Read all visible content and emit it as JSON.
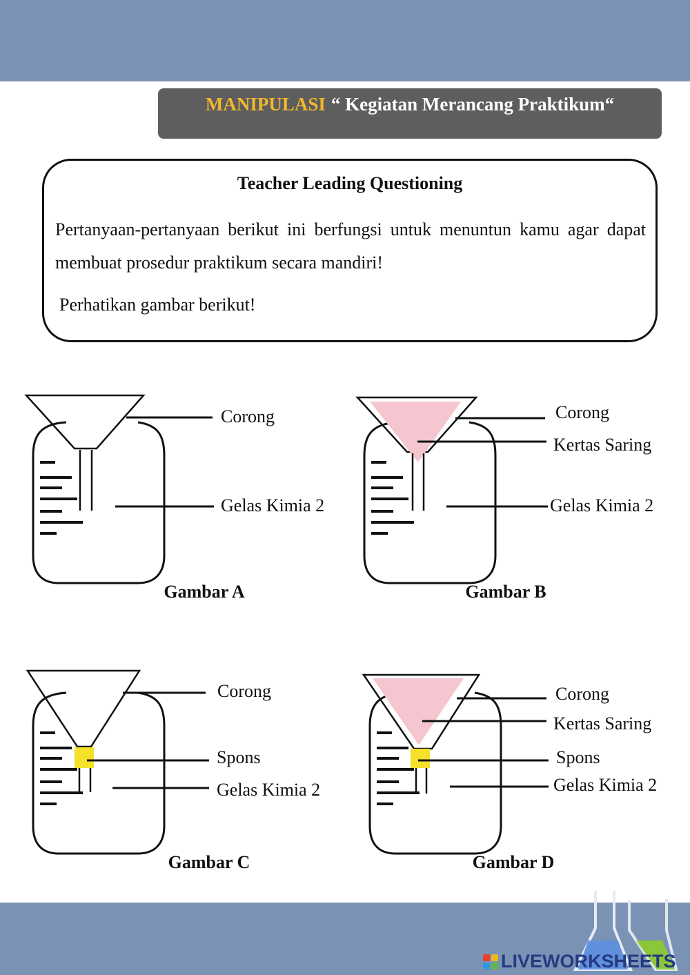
{
  "header": {
    "accent": "MANIPULASI",
    "title": "“ Kegiatan Merancang Praktikum“"
  },
  "box": {
    "heading": "Teacher Leading Questioning",
    "text": "Pertanyaan-pertanyaan berikut ini berfungsi untuk menuntun kamu agar dapat membuat prosedur praktikum secara mandiri!",
    "instruction": "Perhatikan gambar berikut!"
  },
  "figures": {
    "a": {
      "caption": "Gambar A",
      "labels": [
        "Corong",
        "Gelas Kimia 2"
      ]
    },
    "b": {
      "caption": "Gambar B",
      "labels": [
        "Corong",
        "Kertas Saring",
        "Gelas Kimia 2"
      ]
    },
    "c": {
      "caption": "Gambar C",
      "labels": [
        "Corong",
        "Spons",
        "Gelas Kimia 2"
      ]
    },
    "d": {
      "caption": "Gambar D",
      "labels": [
        "Corong",
        "Kertas Saring",
        "Spons",
        "Gelas Kimia 2"
      ]
    }
  },
  "colors": {
    "band": "#7a93b5",
    "title_bg": "#5e5e5e",
    "accent": "#f2b82c",
    "filter_paper": "#f5c6cf",
    "sponge": "#f5e02a"
  },
  "watermark": "LIVEWORKSHEETS"
}
